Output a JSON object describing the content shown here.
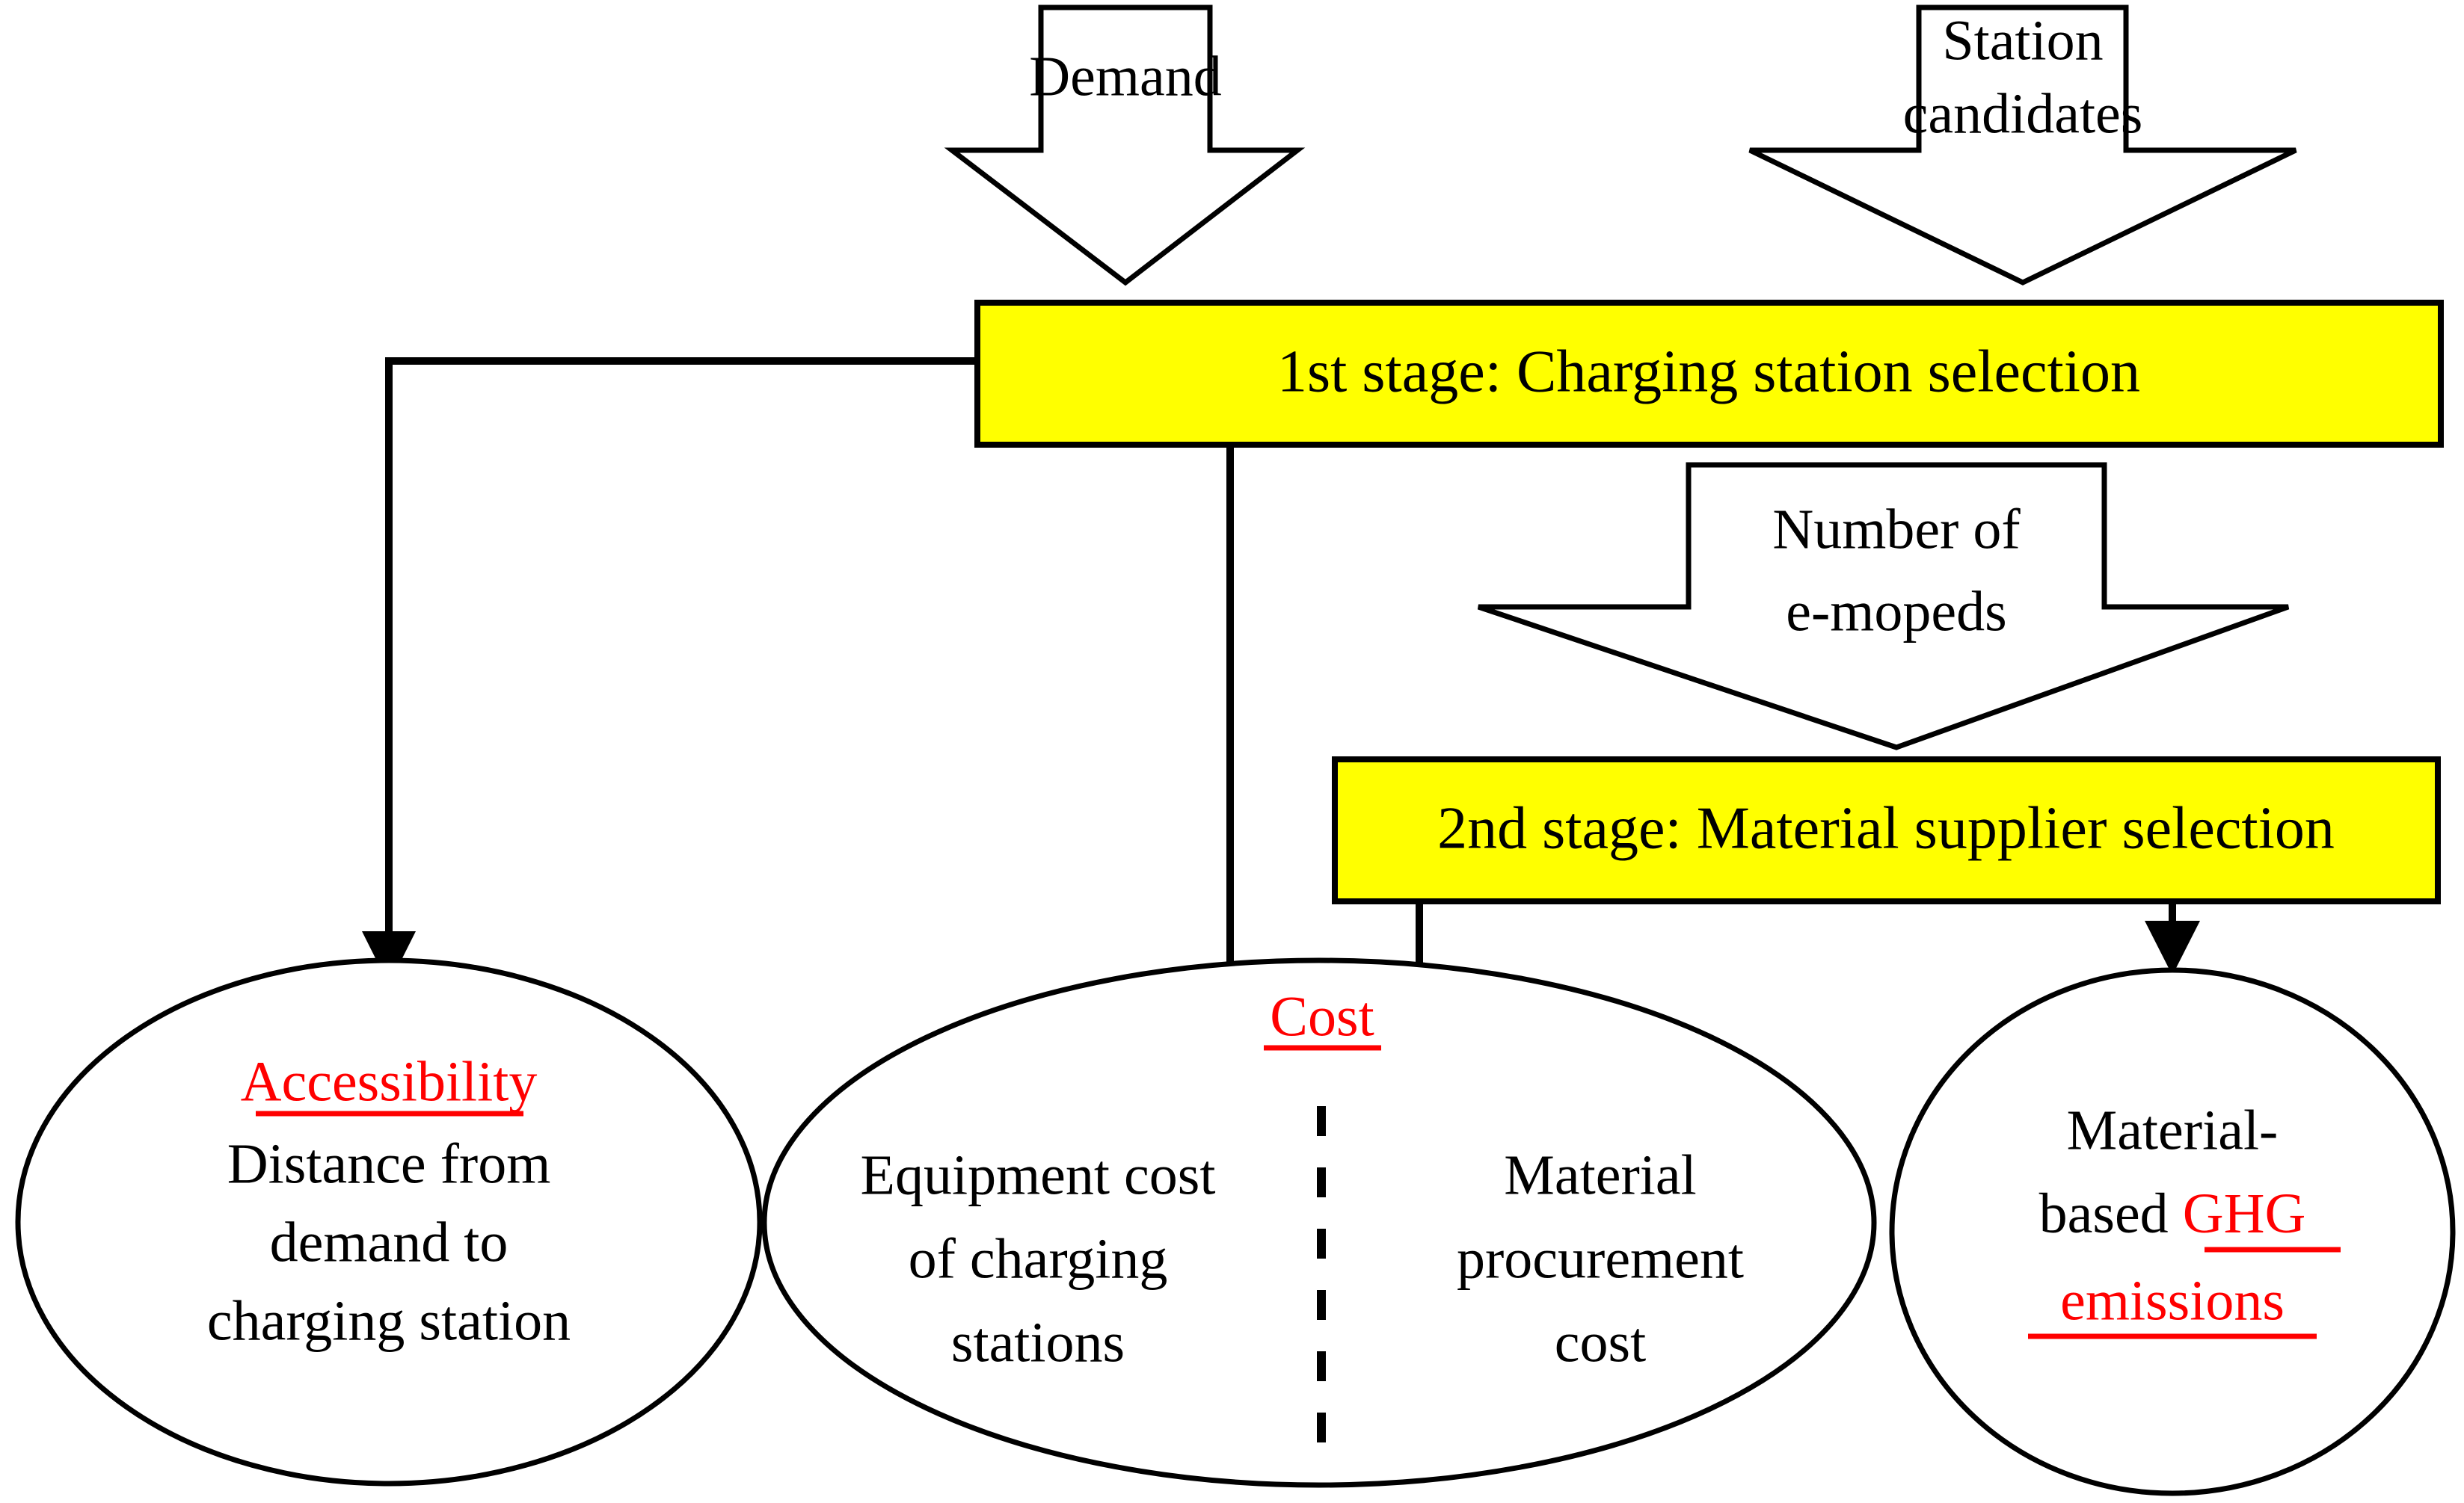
{
  "diagram": {
    "title": "Two-stage e-moped charging station and material supplier selection framework",
    "colors": {
      "stage_box_fill": "#ffff00",
      "highlight_text": "#ff0000",
      "stroke": "#000000",
      "background": "#ffffff"
    },
    "inputs": [
      {
        "id": "demand",
        "label": "Demand",
        "lines": [
          "Demand"
        ]
      },
      {
        "id": "station-candidates",
        "label": "Station candidates",
        "lines": [
          "Station",
          "candidates"
        ]
      },
      {
        "id": "number-of-e-mopeds",
        "label": "Number of e-mopeds",
        "lines": [
          "Number of",
          "e-mopeds"
        ]
      }
    ],
    "stages": [
      {
        "id": "stage-1",
        "label": "1st stage:  Charging station selection"
      },
      {
        "id": "stage-2",
        "label": "2nd stage:  Material supplier selection"
      }
    ],
    "objectives": [
      {
        "id": "accessibility",
        "highlight": "Accessibility",
        "lines": [
          "Distance from",
          "demand to",
          "charging station"
        ]
      },
      {
        "id": "cost",
        "highlight": "Cost",
        "left_lines": [
          "Equipment cost",
          "of charging",
          "stations"
        ],
        "right_lines": [
          "Material",
          "procurement",
          "cost"
        ]
      },
      {
        "id": "ghg-emissions",
        "line1_plain": "Material-",
        "line2_plain": "based ",
        "line2_highlight": "GHG",
        "line3_highlight": "emissions"
      }
    ]
  }
}
